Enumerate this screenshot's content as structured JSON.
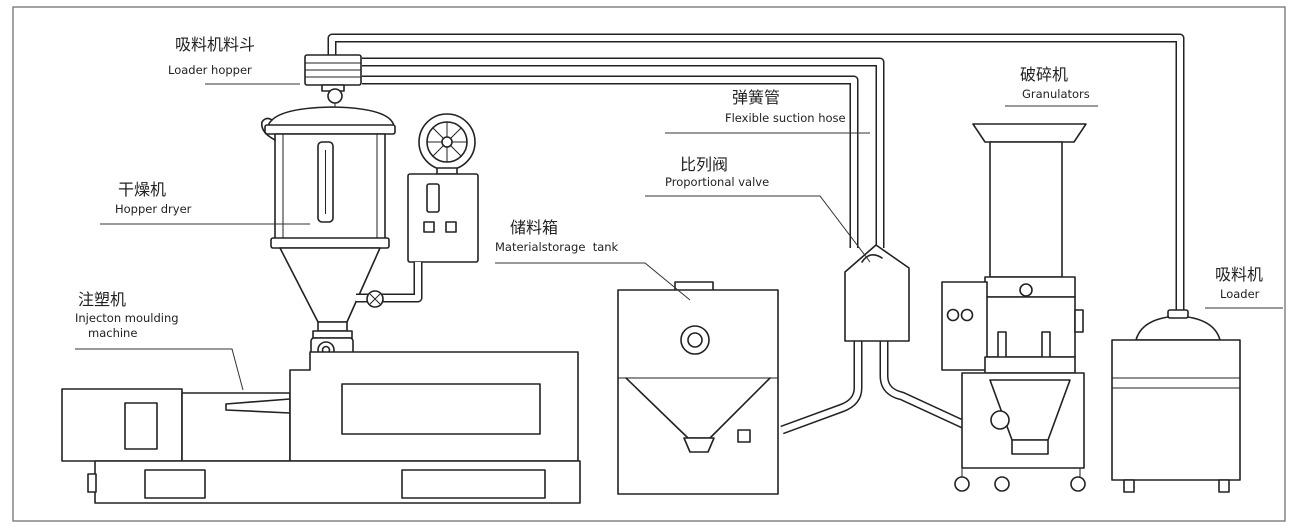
{
  "labels": {
    "loader_hopper": {
      "zh": "吸料机料斗",
      "en": "Loader hopper"
    },
    "hopper_dryer": {
      "zh": "干燥机",
      "en": "Hopper dryer"
    },
    "injection_machine": {
      "zh": "注塑机",
      "en_line1": "Injecton moulding",
      "en_line2": "machine"
    },
    "storage_tank": {
      "zh": "储料箱",
      "en": "Materialstorage  tank"
    },
    "suction_hose": {
      "zh": "弹簧管",
      "en": "Flexible suction hose"
    },
    "proportional_valve": {
      "zh": "比列阀",
      "en": "Proportional valve"
    },
    "granulator": {
      "zh": "破碎机",
      "en": "Granulators"
    },
    "loader": {
      "zh": "吸料机",
      "en": "Loader"
    }
  }
}
